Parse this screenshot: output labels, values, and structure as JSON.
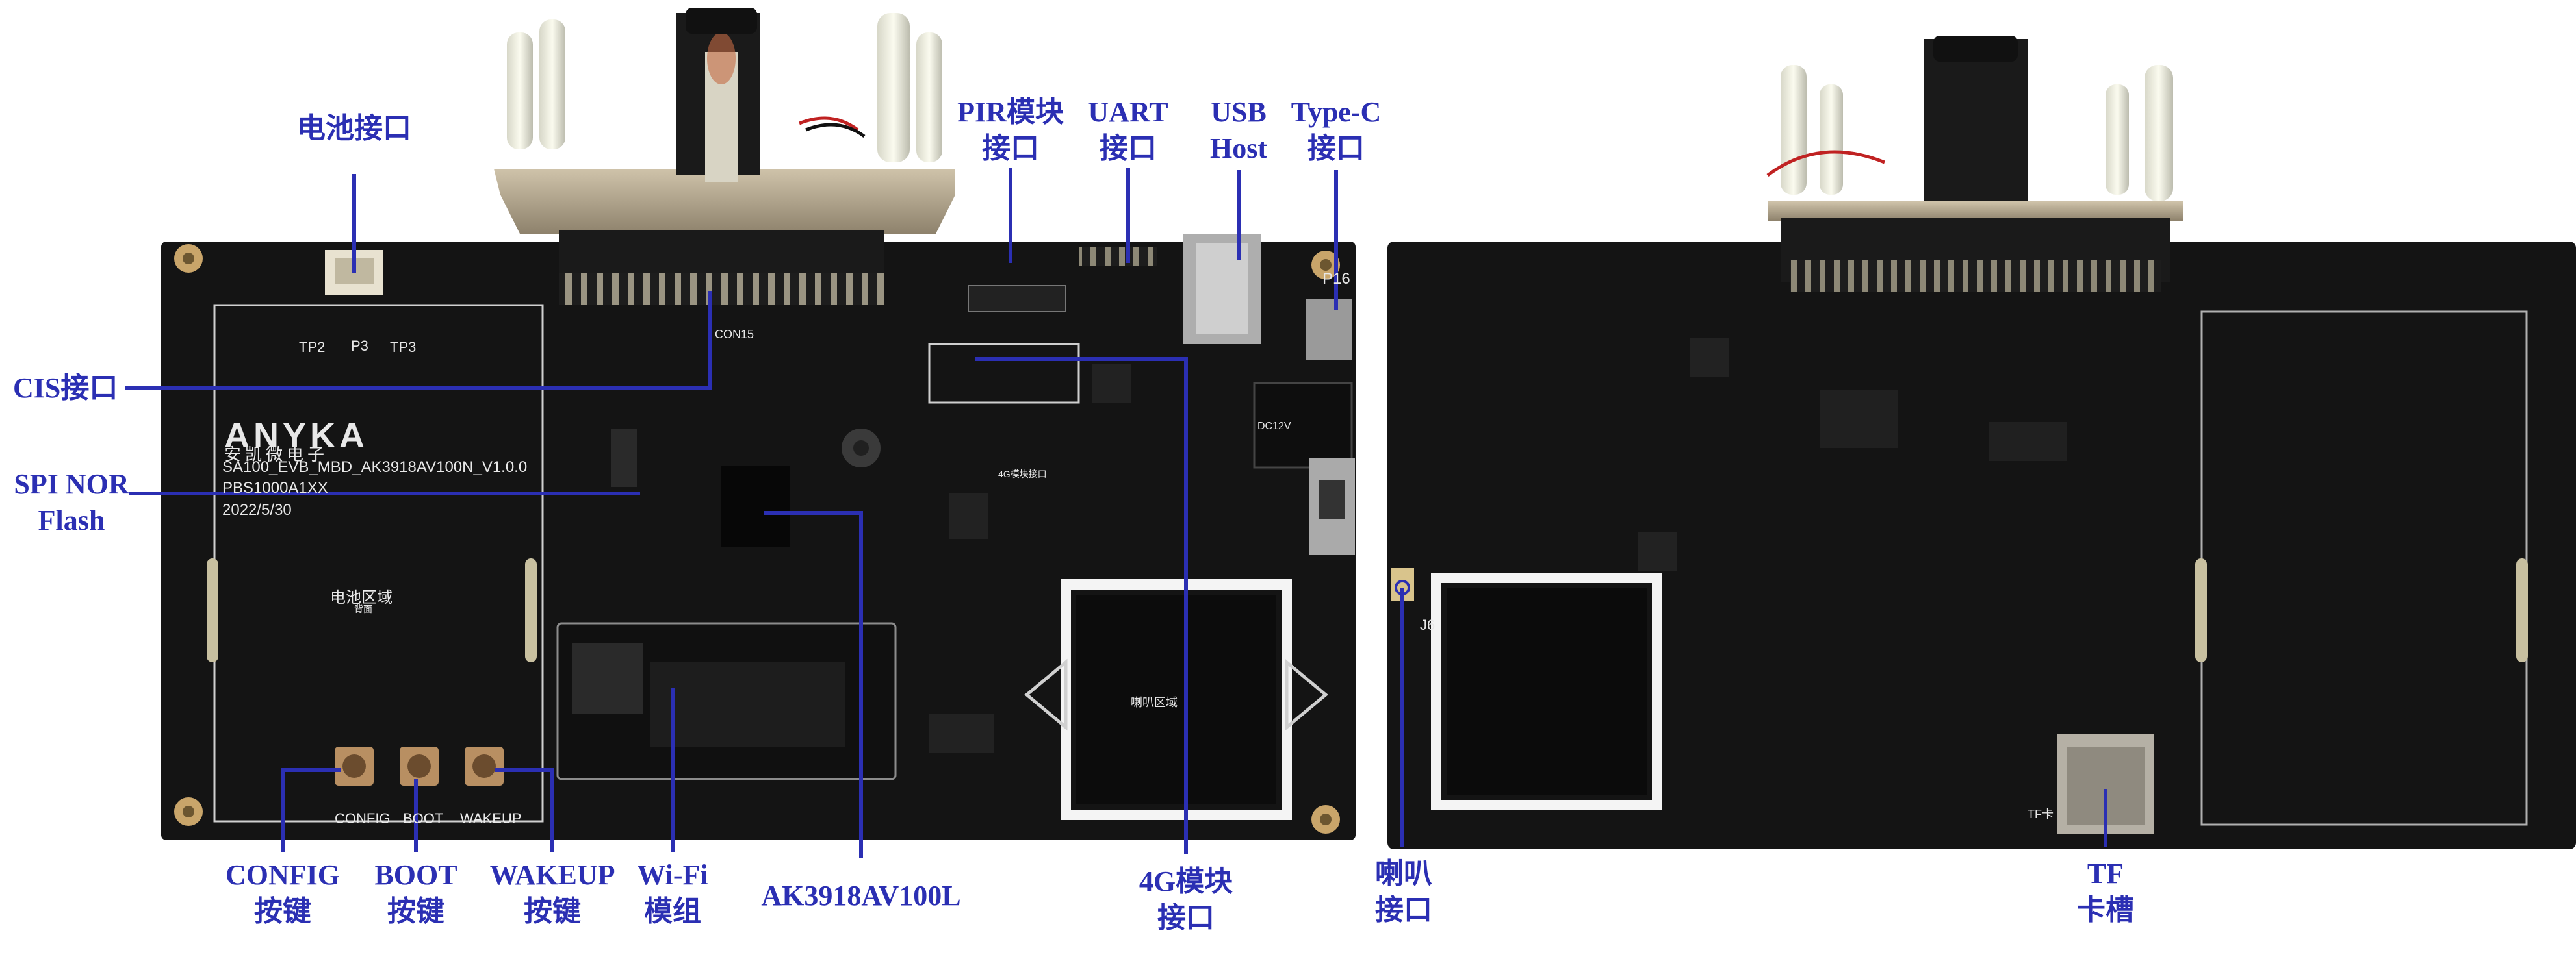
{
  "image": {
    "colors": {
      "label": "#2b2fb3",
      "board": "#141414",
      "silkscreen": "#e8e8e8",
      "copper": "#b08a55"
    }
  },
  "labels": {
    "battery": "电池接口",
    "cis": "CIS接口",
    "spi_nor_1": "SPI NOR",
    "spi_nor_2": "Flash",
    "pir_1": "PIR模块",
    "pir_2": "接口",
    "uart_1": "UART",
    "uart_2": "接口",
    "usb_1": "USB",
    "usb_2": "Host",
    "typec_1": "Type-C",
    "typec_2": "接口",
    "config_1": "CONFIG",
    "config_2": "按键",
    "boot_1": "BOOT",
    "boot_2": "按键",
    "wakeup_1": "WAKEUP",
    "wakeup_2": "按键",
    "wifi_1": "Wi-Fi",
    "wifi_2": "模组",
    "soc": "AK3918AV100L",
    "lte_1": "4G模块",
    "lte_2": "接口",
    "speaker_1": "喇叭",
    "speaker_2": "接口",
    "tf_1": "TF",
    "tf_2": "卡槽"
  },
  "silkscreen": {
    "brand": "ANYKA",
    "brand_cn": "安凯微电子",
    "model": "SA100_EVB_MBD_AK3918AV100N_V1.0.0",
    "pbs": "PBS1000A1XX",
    "date": "2022/5/30",
    "battery_area": "电池区域",
    "battery_back": "背面",
    "config": "CONFIG",
    "boot": "BOOT",
    "wakeup": "WAKEUP",
    "tp2": "TP2",
    "p3": "P3",
    "tp3": "TP3",
    "speaker_area": "喇叭区域",
    "con15": "CON15",
    "j6": "J6",
    "p16": "P16",
    "tf": "TF卡",
    "lte_board": "4G模块接口",
    "dc": "DC12V"
  }
}
